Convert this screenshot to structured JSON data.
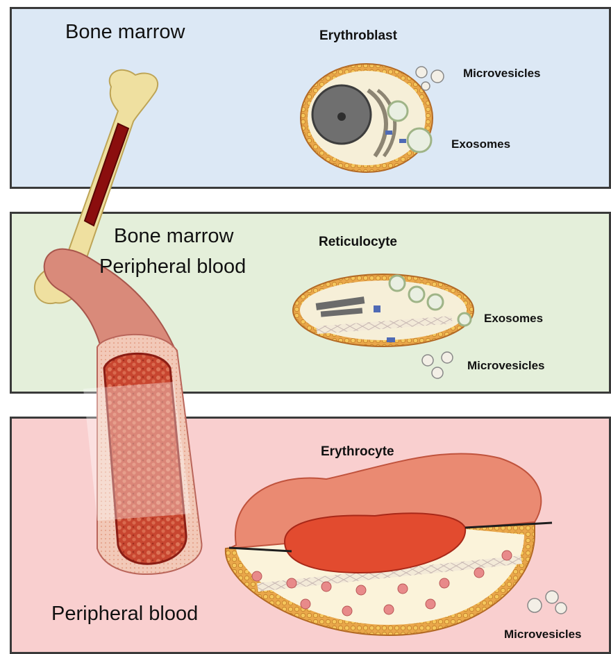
{
  "panels": [
    {
      "region": [
        "Bone marrow"
      ],
      "cell": "Erythroblast",
      "vesicles": [
        "Microvesicles",
        "Exosomes"
      ],
      "color": "#dce8f5"
    },
    {
      "region": [
        "Bone marrow",
        "Peripheral blood"
      ],
      "cell": "Reticulocyte",
      "vesicles": [
        "Exosomes",
        "Microvesicles"
      ],
      "color": "#e4efda"
    },
    {
      "region": [
        "Peripheral blood"
      ],
      "cell": "Erythrocyte",
      "vesicles": [
        "Microvesicles"
      ],
      "color": "#f9cfcf"
    }
  ]
}
